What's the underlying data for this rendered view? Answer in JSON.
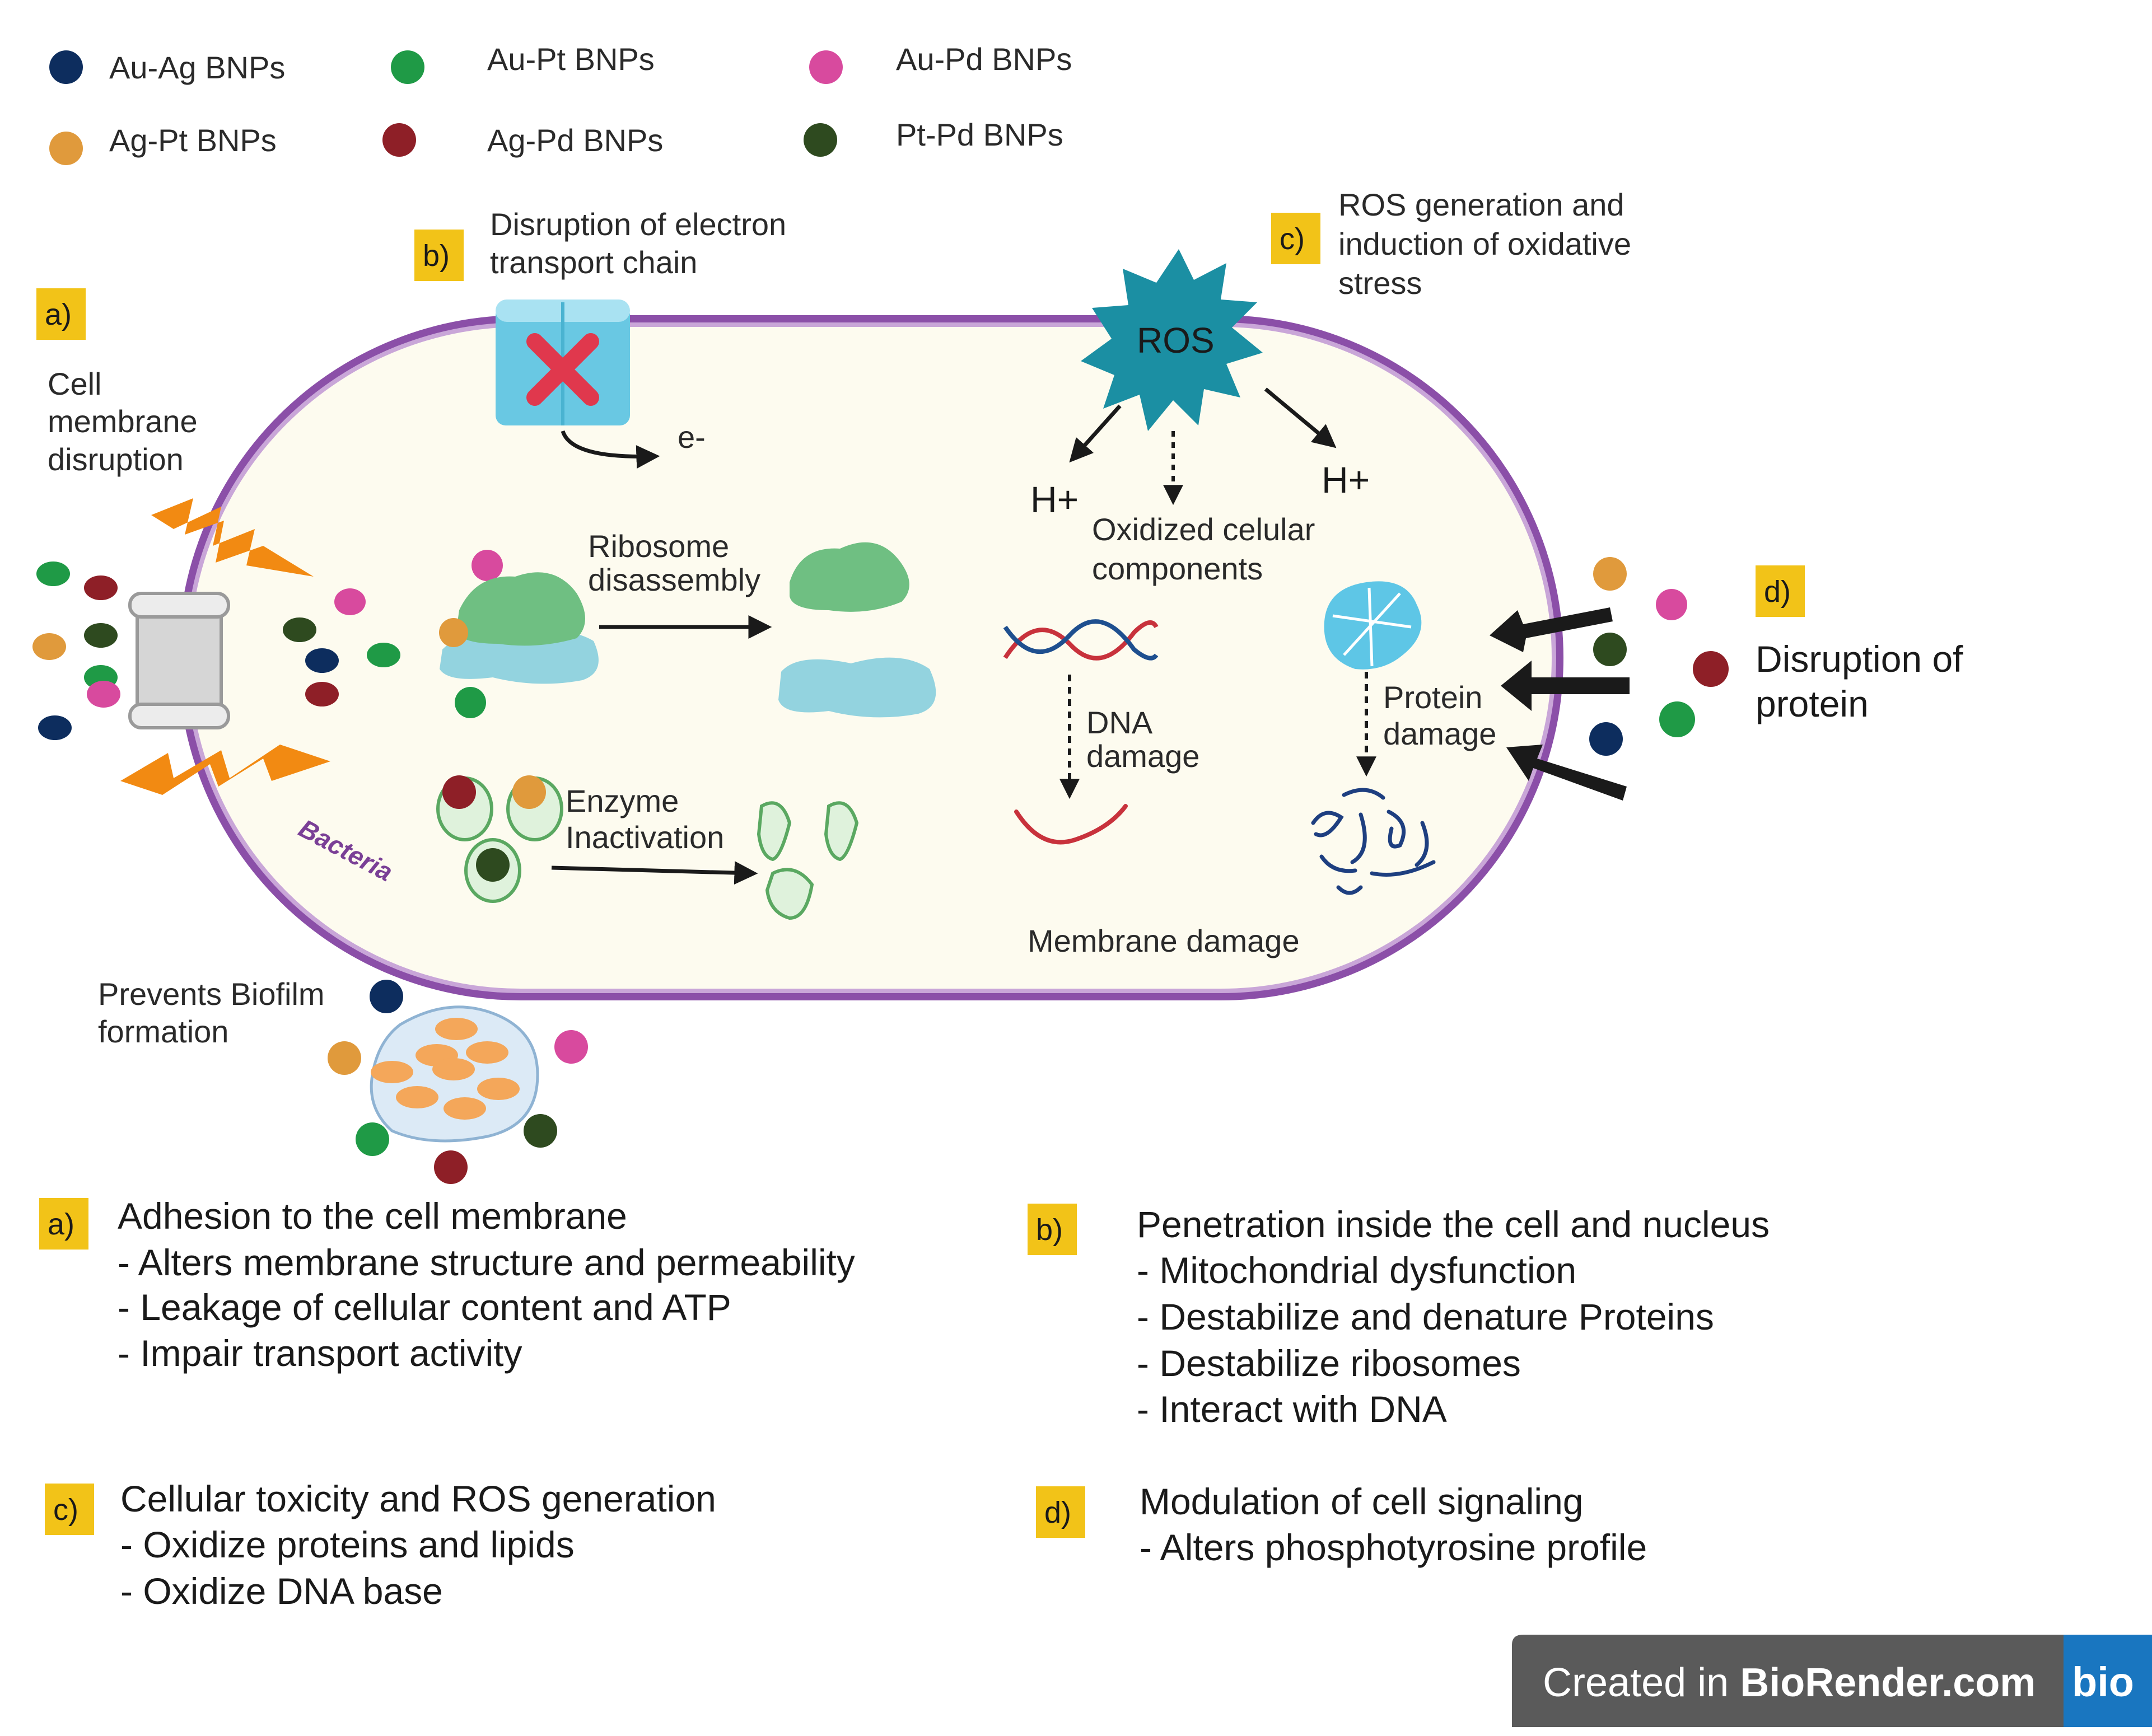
{
  "legend": [
    {
      "label": "Au-Ag BNPs",
      "color": "#0d2d5e"
    },
    {
      "label": "Au-Pt BNPs",
      "color": "#1f9a46"
    },
    {
      "label": "Au-Pd BNPs",
      "color": "#d84a9e"
    },
    {
      "label": "Ag-Pt BNPs",
      "color": "#e09a3c"
    },
    {
      "label": "Ag-Pd BNPs",
      "color": "#8e1f27"
    },
    {
      "label": "Pt-Pd BNPs",
      "color": "#2e4a1f"
    }
  ],
  "badges": {
    "a": "a)",
    "b": "b)",
    "c": "c)",
    "d": "d)"
  },
  "panel_a": {
    "lines": [
      "Cell",
      "membrane",
      "disruption"
    ]
  },
  "panel_b": {
    "lines": [
      "Disruption of electron",
      "transport chain"
    ],
    "electron": "e-"
  },
  "panel_c": {
    "lines": [
      "ROS generation and",
      "induction of oxidative",
      "stress"
    ],
    "ros": "ROS",
    "hplus_left": "H+",
    "hplus_right": "H+",
    "oxidized": [
      "Oxidized celular",
      "components"
    ]
  },
  "panel_d": {
    "lines": [
      "Disruption of",
      "protein"
    ]
  },
  "cell": {
    "bacteria_label": "Bacteria",
    "ribosome": [
      "Ribosome",
      "disassembly"
    ],
    "enzyme": [
      "Enzyme",
      "Inactivation"
    ],
    "dna": [
      "DNA",
      "damage"
    ],
    "protein": [
      "Protein",
      "damage"
    ],
    "membrane": "Membrane damage"
  },
  "biofilm": {
    "lines": [
      "Prevents Biofilm",
      "formation"
    ]
  },
  "summary": {
    "a": {
      "title": "Adhesion to the cell membrane",
      "items": [
        "- Alters membrane structure and permeability",
        "- Leakage of cellular content and ATP",
        "- Impair transport activity"
      ]
    },
    "b": {
      "title": "Penetration inside the cell and nucleus",
      "items": [
        "- Mitochondrial dysfunction",
        "- Destabilize and denature Proteins",
        "- Destabilize ribosomes",
        "- Interact with DNA"
      ]
    },
    "c": {
      "title": "Cellular toxicity and ROS generation",
      "items": [
        "- Oxidize proteins and lipids",
        "- Oxidize DNA base"
      ]
    },
    "d": {
      "title": "Modulation of cell signaling",
      "items": [
        "- Alters phosphotyrosine profile"
      ]
    }
  },
  "footer": {
    "prefix": "Created in ",
    "brand": "BioRender.com",
    "logo": "bio"
  },
  "colors": {
    "membrane": "#8b4fa8",
    "cytoplasm": "#fdfbef",
    "badge": "#f2c318",
    "ros": "#1b8fa3",
    "ribosome_top": "#6fbf82",
    "ribosome_bottom": "#93d3df",
    "lightning": "#f28a12",
    "footer_bg": "#5a5a5a",
    "footer_logo_bg": "#1976c0"
  }
}
